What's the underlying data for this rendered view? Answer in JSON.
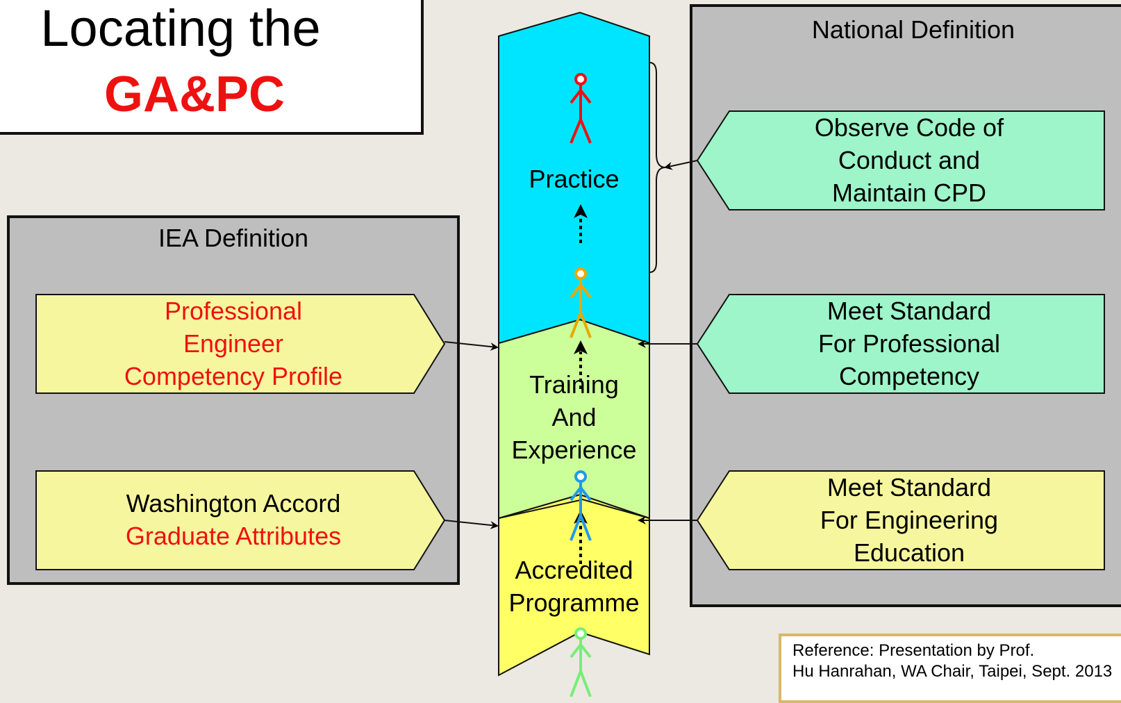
{
  "title": {
    "line1": "Locating the",
    "line2": "GA&PC",
    "line2_color": "#EE1111"
  },
  "iea_panel": {
    "title": "IEA Definition",
    "boxes": [
      {
        "lines": [
          "Professional",
          "Engineer",
          "Competency Profile"
        ],
        "color": "#EE1111"
      },
      {
        "lines": [
          "Washington Accord"
        ],
        "red_lines": [
          "Graduate Attributes"
        ]
      }
    ]
  },
  "national_panel": {
    "title": "National Definition",
    "boxes": [
      {
        "lines": [
          "Observe Code of",
          "Conduct and",
          "Maintain CPD"
        ]
      },
      {
        "lines": [
          "Meet Standard",
          "For Professional",
          "Competency"
        ]
      },
      {
        "lines": [
          "Meet Standard",
          "For Engineering",
          "Education"
        ]
      }
    ]
  },
  "column": {
    "stages": [
      {
        "label": "Practice",
        "color": "#00E5FF"
      },
      {
        "label_lines": [
          "Training",
          "And",
          "Experience"
        ],
        "color": "#CCFF99"
      },
      {
        "label_lines": [
          "Accredited",
          "Programme"
        ],
        "color": "#FFFF66"
      }
    ],
    "figures": [
      {
        "name": "practitioner",
        "color": "#EE1111"
      },
      {
        "name": "trainee",
        "color": "#E8A800"
      },
      {
        "name": "graduate",
        "color": "#1E9BE8"
      },
      {
        "name": "student",
        "color": "#77EE77"
      }
    ]
  },
  "colors": {
    "background": "#ECE9E2",
    "panel_gray": "#BEBEBE",
    "box_yellow": "#F6F69E",
    "box_green": "#9DF5C9"
  },
  "reference": {
    "line1": "Reference: Presentation by Prof.",
    "line2": "Hu Hanrahan, WA Chair, Taipei, Sept. 2013"
  }
}
